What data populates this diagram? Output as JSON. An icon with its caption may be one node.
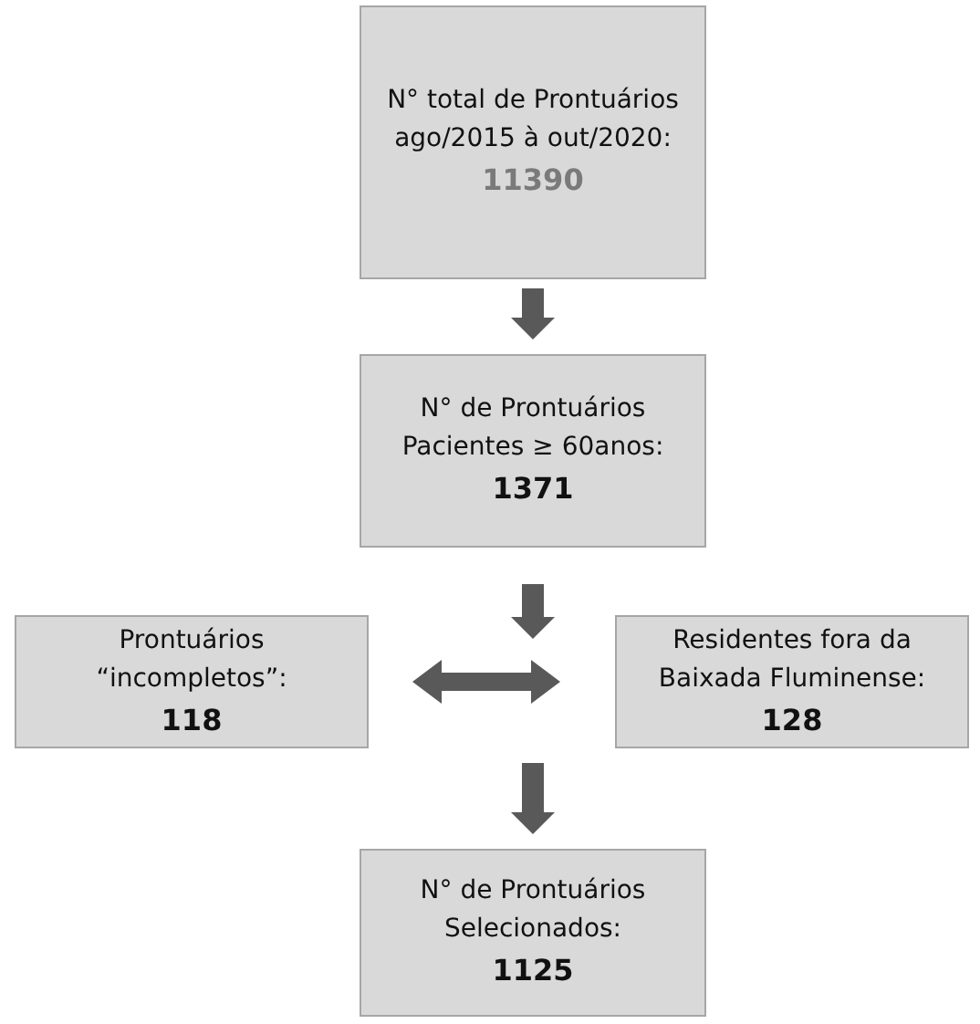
{
  "diagram": {
    "nodes": [
      {
        "text": [
          "N° total de Prontuários ago/2015 à out/2020:",
          "11390"
        ]
      },
      {
        "text": [
          "N° de Prontuários Pacientes ≥ 60anos:",
          "1371"
        ]
      },
      {
        "text": [
          "Prontuários “incompletos”:",
          "118"
        ]
      },
      {
        "text": [
          "Residentes fora da Baixada Fluminense:",
          "128"
        ]
      },
      {
        "text": [
          "N° de Prontuários Selecionados:",
          "1125"
        ]
      }
    ],
    "edges": [
      {
        "from": 0,
        "to": 1,
        "arrow": "to"
      },
      {
        "from": 1,
        "to": 4,
        "arrow": "to"
      },
      {
        "from": 2,
        "to": 3,
        "arrow": "both"
      }
    ]
  }
}
